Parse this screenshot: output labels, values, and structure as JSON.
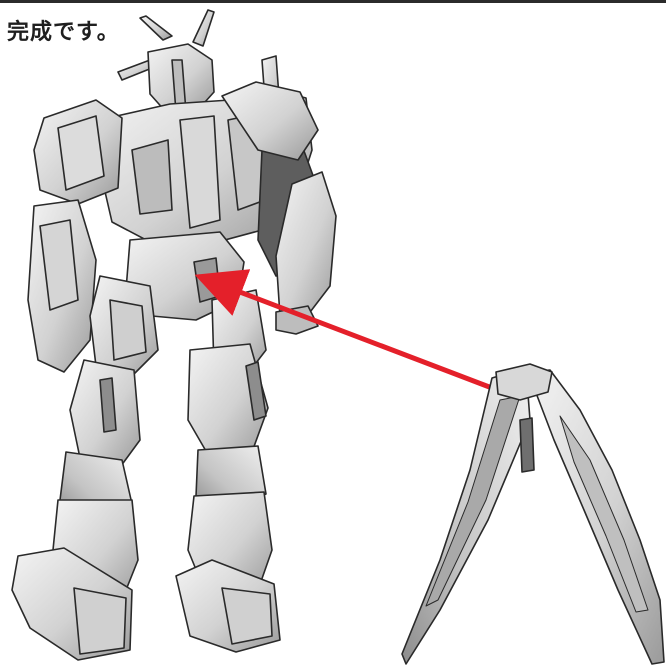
{
  "instruction": {
    "caption": "完成です。"
  },
  "illustration": {
    "figure": "robot-model-back-view",
    "part": "wing-binder-part",
    "arrow_color": "#e4202a",
    "shade_light": "#ececec",
    "shade_mid": "#b9b9b9",
    "shade_dark": "#6f6f6f",
    "outline": "#2a2a2a"
  }
}
